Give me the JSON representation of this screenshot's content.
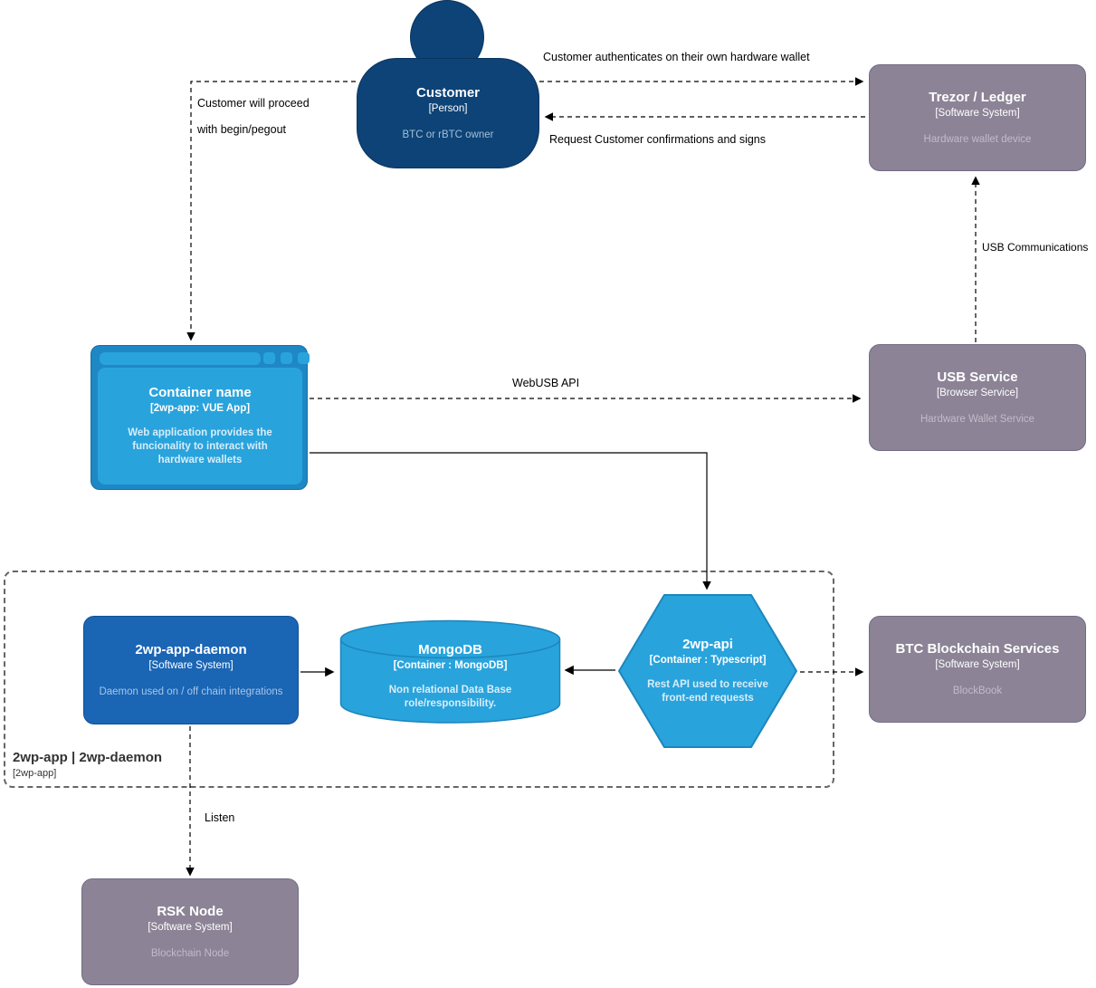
{
  "colors": {
    "navy": "#0d4377",
    "gray": "#8c8496",
    "blue": "#1a65b4",
    "lightblue": "#29a3dc",
    "frame-blue": "#1e88c5",
    "line": "#000000",
    "boundary": "#666666"
  },
  "nodes": {
    "customer": {
      "title": "Customer",
      "meta": "[Person]",
      "desc": "BTC or rBTC owner"
    },
    "trezor": {
      "title": "Trezor / Ledger",
      "meta": "[Software System]",
      "desc": "Hardware wallet device"
    },
    "webapp": {
      "title": "Container name",
      "meta": "[2wp-app: VUE App]",
      "desc": "Web application provides the funcionality to interact with hardware wallets"
    },
    "usb": {
      "title": "USB Service",
      "meta": "[Browser Service]",
      "desc": "Hardware Wallet Service"
    },
    "daemon": {
      "title": "2wp-app-daemon",
      "meta": "[Software System]",
      "desc": "Daemon used on / off chain integrations"
    },
    "mongo": {
      "title": "MongoDB",
      "meta": "[Container : MongoDB]",
      "desc": "Non relational Data Base role/responsibility."
    },
    "api": {
      "title": "2wp-api",
      "meta": "[Container : Typescript]",
      "desc": "Rest API used to receive front-end requests"
    },
    "btc": {
      "title": "BTC Blockchain Services",
      "meta": "[Software System]",
      "desc": "BlockBook"
    },
    "rsk": {
      "title": "RSK Node",
      "meta": "[Software System]",
      "desc": "Blockchain Node"
    }
  },
  "boundary": {
    "title": "2wp-app | 2wp-daemon",
    "meta": "[2wp-app]"
  },
  "edge_labels": {
    "auth": "Customer authenticates on their own hardware wallet",
    "request": "Request Customer confirmations and signs",
    "proceed1": "Customer will proceed",
    "proceed2": "with begin/pegout",
    "webusb": "WebUSB API",
    "usbcomm": "USB Communications",
    "listen": "Listen"
  }
}
